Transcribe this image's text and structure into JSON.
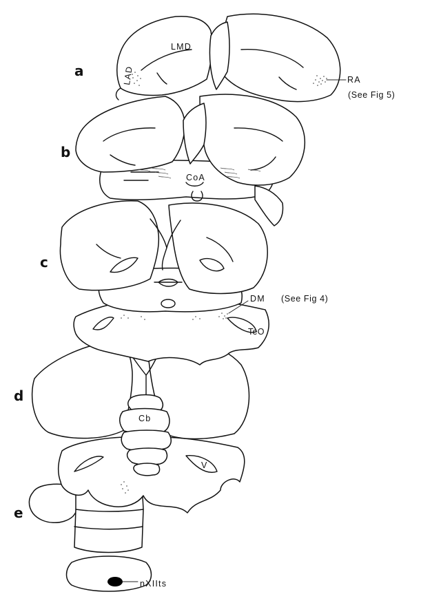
{
  "panels": {
    "a": {
      "letter": "a",
      "labels": {
        "lmd": "LMD",
        "lad": "LAD",
        "ra": "RA",
        "ra_ref": "(See Fig 5)"
      }
    },
    "b": {
      "letter": "b",
      "labels": {
        "coa": "CoA"
      }
    },
    "c": {
      "letter": "c",
      "labels": {
        "dm": "DM",
        "dm_ref": "(See Fig 4)",
        "teo": "TeO"
      }
    },
    "d": {
      "letter": "d",
      "labels": {
        "cb": "Cb",
        "v": "V"
      }
    },
    "e": {
      "letter": "e",
      "labels": {
        "nxiits": "nXIIts"
      }
    }
  }
}
